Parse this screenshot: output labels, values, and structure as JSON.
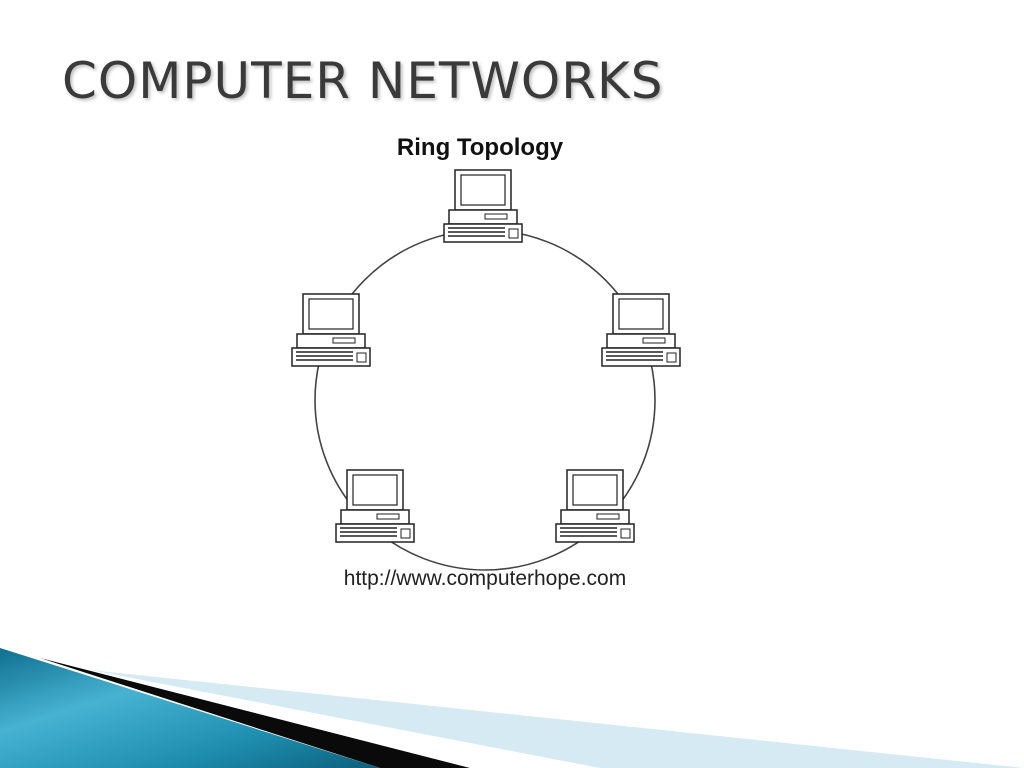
{
  "slide": {
    "title": "COMPUTER NETWORKS"
  },
  "diagram": {
    "title": "Ring Topology",
    "source": "http://www.computerhope.com",
    "nodes": [
      {
        "icon": "desktop-computer-icon"
      },
      {
        "icon": "desktop-computer-icon"
      },
      {
        "icon": "desktop-computer-icon"
      },
      {
        "icon": "desktop-computer-icon"
      },
      {
        "icon": "desktop-computer-icon"
      }
    ]
  },
  "colors": {
    "title_text": "#3a3a3a",
    "ring_line": "#444444",
    "accent_teal": "#1f8fb0",
    "accent_light": "#cfe8f2",
    "accent_dark": "#000000"
  }
}
